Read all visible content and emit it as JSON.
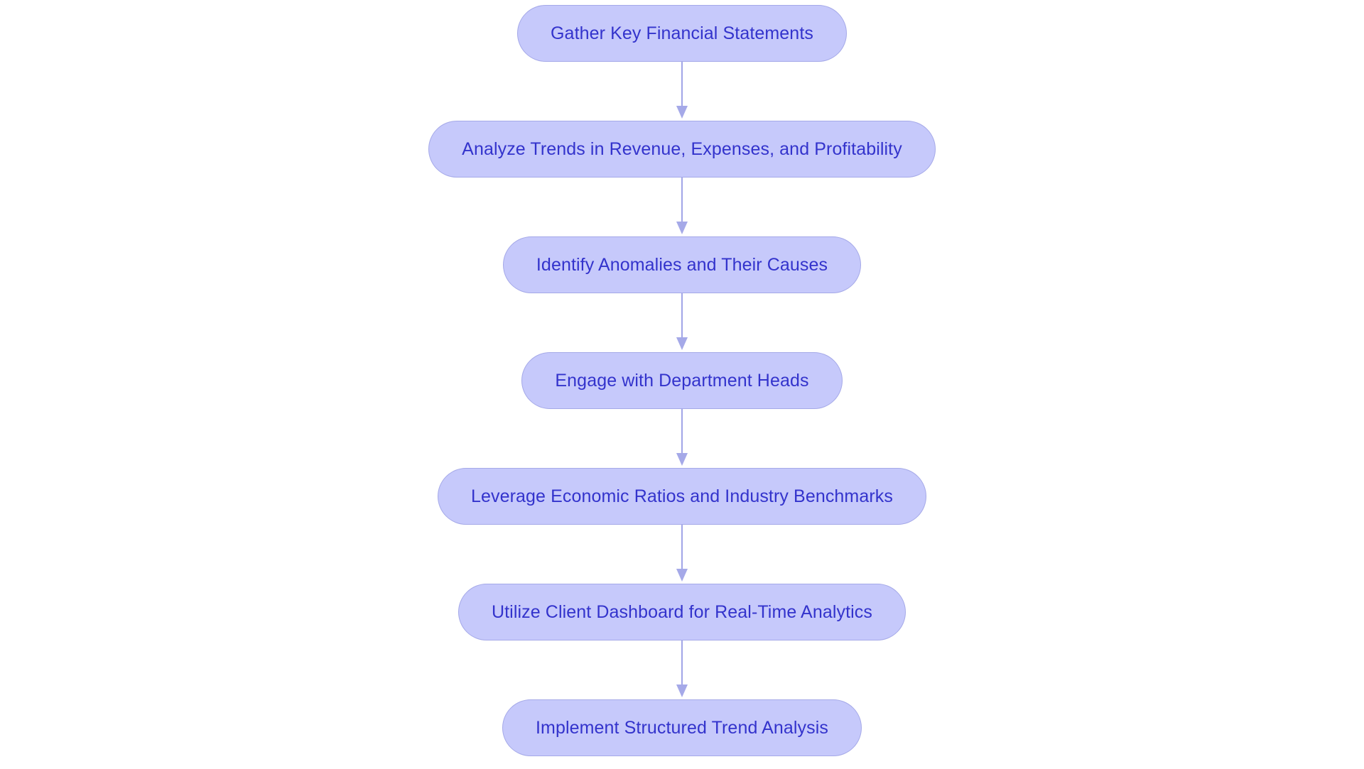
{
  "diagram": {
    "type": "flowchart",
    "orientation": "top-to-bottom",
    "title": "",
    "background_color": "#ffffff",
    "node_style": {
      "shape": "rounded-pill",
      "fill_color": "#c6c9fb",
      "border_color": "#a5a9e8",
      "text_color": "#3333cc"
    },
    "edge_style": {
      "line_color": "#a5a9e8",
      "arrowhead": "filled-triangle"
    },
    "nodes": [
      {
        "id": "n1",
        "label": "Gather Key Financial Statements"
      },
      {
        "id": "n2",
        "label": "Analyze Trends in Revenue, Expenses, and Profitability"
      },
      {
        "id": "n3",
        "label": "Identify Anomalies and Their Causes"
      },
      {
        "id": "n4",
        "label": "Engage with Department Heads"
      },
      {
        "id": "n5",
        "label": "Leverage Economic Ratios and Industry Benchmarks"
      },
      {
        "id": "n6",
        "label": "Utilize Client Dashboard for Real-Time Analytics"
      },
      {
        "id": "n7",
        "label": "Implement Structured Trend Analysis"
      }
    ],
    "edges": [
      {
        "from": "n1",
        "to": "n2",
        "label": ""
      },
      {
        "from": "n2",
        "to": "n3",
        "label": ""
      },
      {
        "from": "n3",
        "to": "n4",
        "label": ""
      },
      {
        "from": "n4",
        "to": "n5",
        "label": ""
      },
      {
        "from": "n5",
        "to": "n6",
        "label": ""
      },
      {
        "from": "n6",
        "to": "n7",
        "label": ""
      }
    ]
  }
}
